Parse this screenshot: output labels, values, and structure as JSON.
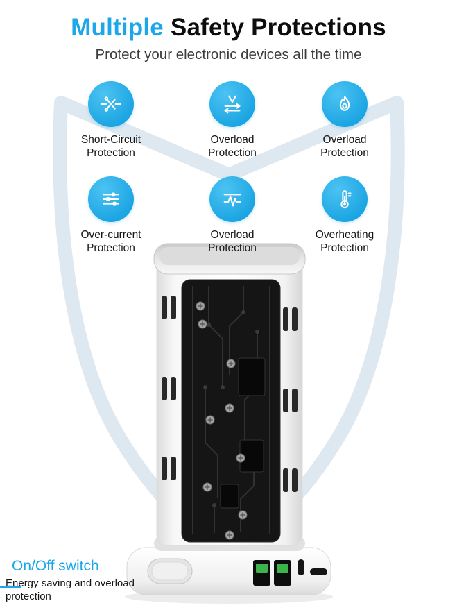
{
  "header": {
    "title_accent": "Multiple",
    "title_rest": "Safety Protections",
    "subtitle": "Protect your electronic devices all the time"
  },
  "features": [
    {
      "icon": "short-circuit-icon",
      "label": "Short-Circuit Protection"
    },
    {
      "icon": "overload-voltage-icon",
      "label": "Overload Protection"
    },
    {
      "icon": "overload-flame-icon",
      "label": "Overload Protection"
    },
    {
      "icon": "over-current-icon",
      "label": "Over-current Protection"
    },
    {
      "icon": "overload-surge-icon",
      "label": "Overload Protection"
    },
    {
      "icon": "overheating-icon",
      "label": "Overheating Protection"
    }
  ],
  "callout": {
    "title": "On/Off switch",
    "description": "Energy saving and overload protection"
  },
  "colors": {
    "accent_blue": "#1BA7E8",
    "icon_circle_blue": "#29ACE2",
    "shield_outline": "#DCE8F0",
    "usb_tab_green": "#3CB44B"
  }
}
